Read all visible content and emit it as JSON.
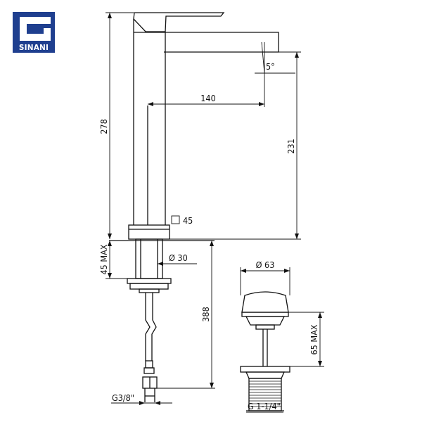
{
  "brand": {
    "name": "SINANI",
    "color": "#1f3f8f"
  },
  "faucet": {
    "height_total": "278",
    "spout_reach": "140",
    "spout_angle": "5°",
    "spout_height": "231",
    "body_square": "45",
    "max_deck": "45 MAX",
    "shank_diameter": "Ø 30",
    "hose_length": "388",
    "hose_thread": "G3/8\""
  },
  "drain": {
    "cap_diameter": "Ø 63",
    "max_thickness": "65 MAX",
    "thread": "G 1-1/4\""
  },
  "colors": {
    "line": "#111111",
    "background": "#ffffff"
  }
}
